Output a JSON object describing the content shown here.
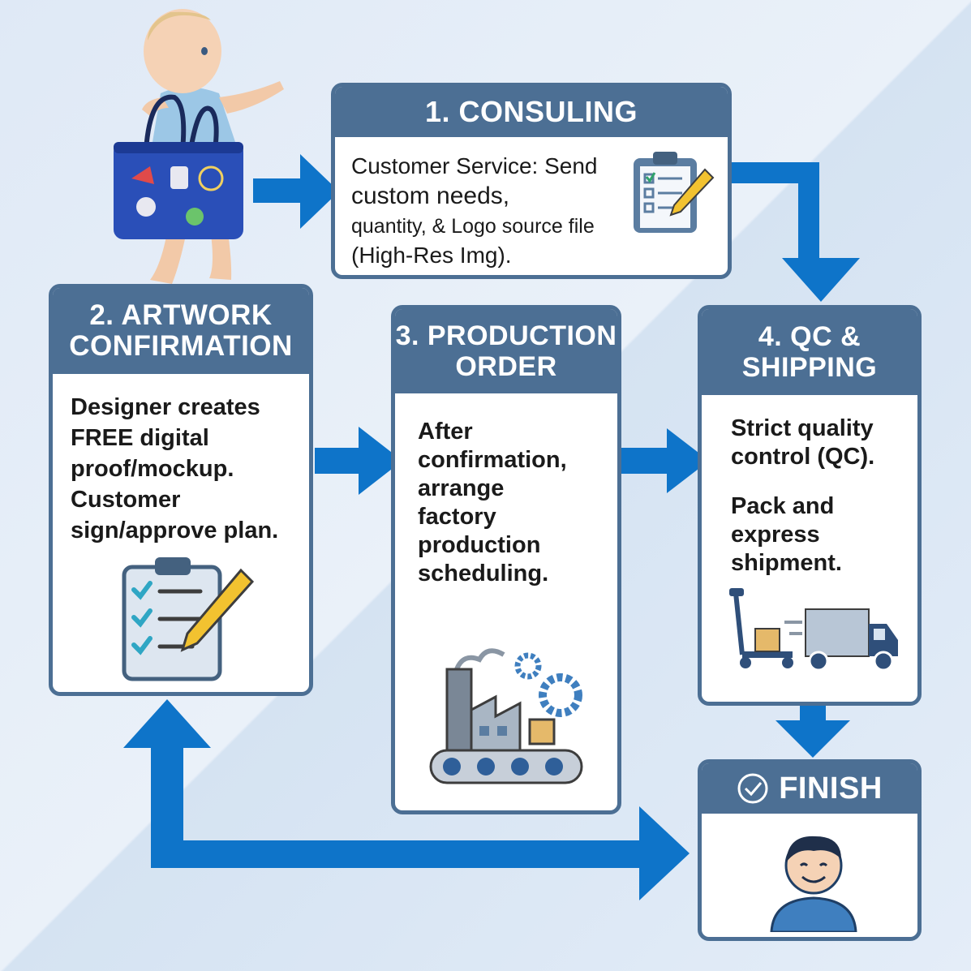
{
  "steps": {
    "consulting": {
      "title": "1. CONSULING",
      "lines": [
        "Customer Service: Send",
        "custom needs,",
        "quantity, & Logo source file",
        "(High-Res Img)."
      ]
    },
    "artwork": {
      "title_lines": [
        "2. ARTWORK",
        "CONFIRMATION"
      ],
      "lines": [
        "Designer creates",
        "FREE digital",
        "proof/mockup.",
        "Customer",
        "sign/approve plan."
      ]
    },
    "production": {
      "title_lines": [
        "3. PRODUCTION",
        "ORDER"
      ],
      "lines": [
        "After",
        "confirmation,",
        "arrange",
        "factory",
        "production",
        "scheduling."
      ]
    },
    "qc": {
      "title_lines": [
        "4. QC &",
        "SHIPPING"
      ],
      "lines1": [
        "Strict quality",
        "control (QC)."
      ],
      "lines2": [
        "Pack and",
        "express",
        "shipment."
      ]
    },
    "finish": {
      "title": "FINISH"
    }
  },
  "colors": {
    "card_border": "#4c6f94",
    "arrow": "#0e74c9",
    "text": "#1a1a1a"
  },
  "icons": [
    "clipboard-pencil-icon",
    "factory-conveyor-icon",
    "pallet-jack-truck-icon",
    "check-circle-icon",
    "smiling-person-icon"
  ]
}
